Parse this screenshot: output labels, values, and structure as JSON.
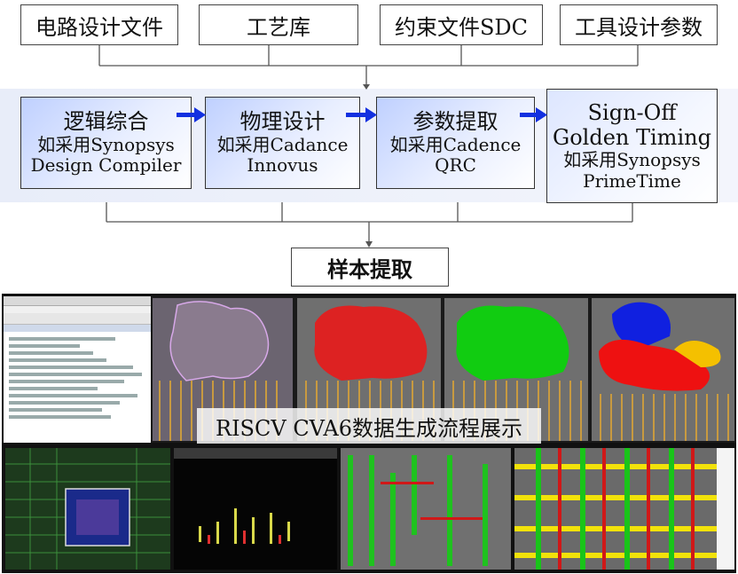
{
  "inputs": {
    "circuit": "电路设计文件",
    "process": "工艺库",
    "constraints": "约束文件SDC",
    "tool_params": "工具设计参数"
  },
  "stages": [
    {
      "title": "逻辑综合",
      "line1": "如采用Synopsys",
      "line2": "Design Compiler"
    },
    {
      "title": "物理设计",
      "line1": "如采用Cadance",
      "line2": "Innovus"
    },
    {
      "title": "参数提取",
      "line1": "如采用Cadence",
      "line2": "QRC"
    },
    {
      "title": "Sign-Off",
      "line1": "Golden Timing",
      "line2": "如采用Synopsys",
      "line3": "PrimeTime"
    }
  ],
  "sample": "样本提取",
  "caption": "RISCV CVA6数据生成流程展示",
  "colors": {
    "arrow": "#1230e0",
    "stage_fill": "#c7d5ff",
    "band": "#eef1fb"
  }
}
